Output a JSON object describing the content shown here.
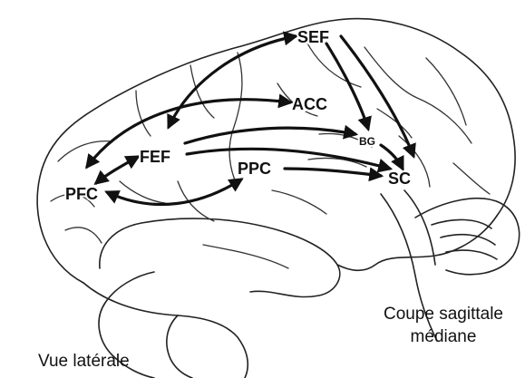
{
  "regions": {
    "sef": "SEF",
    "acc": "ACC",
    "fef": "FEF",
    "bg": "BG",
    "ppc": "PPC",
    "pfc": "PFC",
    "sc": "SC"
  },
  "captions": {
    "lateral_view": "Vue latérale",
    "median_line1": "Coupe sagittale",
    "median_line2": "médiane"
  },
  "colors": {
    "ink": "#111111",
    "background": "#ffffff"
  }
}
